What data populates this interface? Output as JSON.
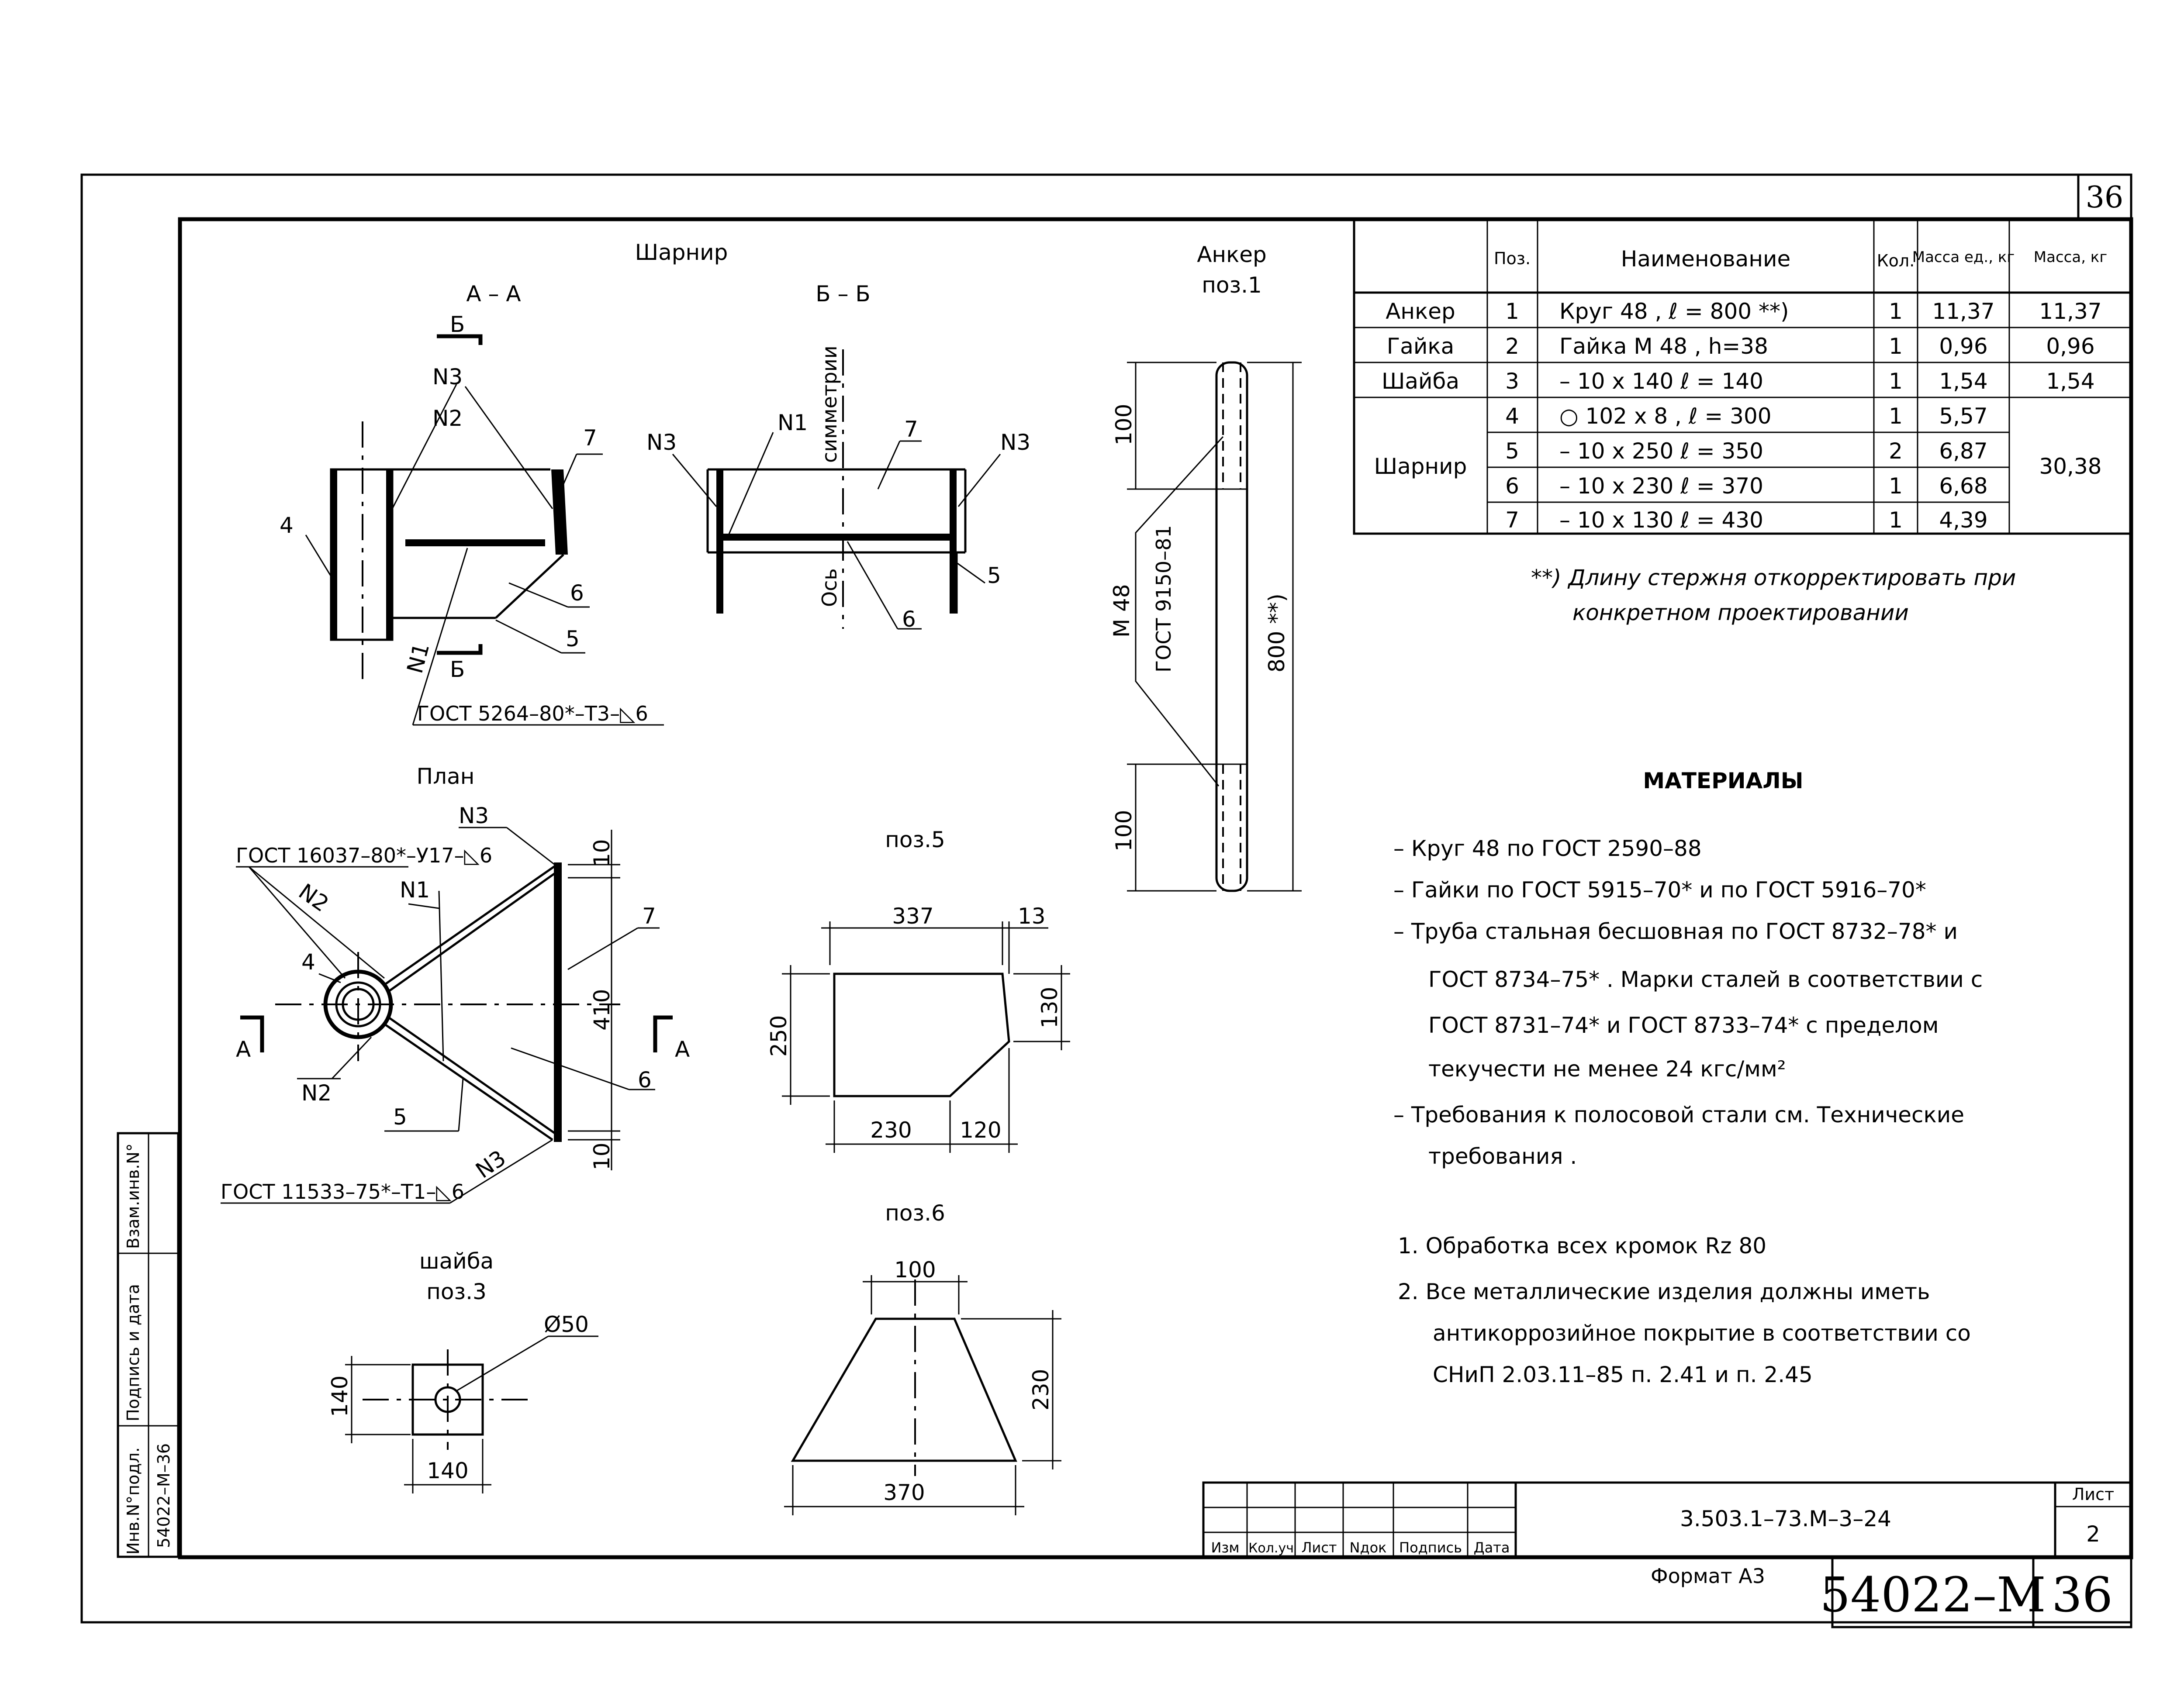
{
  "sheet_number_top": "36",
  "views": {
    "sharnir_title": "Шарнир",
    "section_aa": "А – А",
    "section_bb": "Б – Б",
    "anchor_title": "Анкер",
    "anchor_pos": "поз.1",
    "plan_title": "План",
    "pos5_title": "поз.5",
    "pos6_title": "поз.6",
    "washer_title": "шайба",
    "washer_pos": "поз.3"
  },
  "labels": {
    "b_mark": "Б",
    "a_mark": "А",
    "n1": "N1",
    "n2": "N2",
    "n3": "N3",
    "p4": "4",
    "p5": "5",
    "p6": "6",
    "p7": "7",
    "symmetry": "симметрии",
    "axis": "Ось",
    "gost_5264": "ГОСТ 5264–80*–Т3–◺6",
    "gost_16037": "ГОСТ 16037–80*–У17–◺6",
    "gost_11533": "ГОСТ 11533–75*–Т1–◺6",
    "anchor_m48": "М 48",
    "anchor_gost": "ГОСТ 9150–81",
    "anchor_len": "800 **)",
    "dim_100": "100",
    "dim_10": "10",
    "dim_410": "410",
    "dim_337": "337",
    "dim_13": "13",
    "dim_130": "130",
    "dim_250": "250",
    "dim_230": "230",
    "dim_120": "120",
    "dim_370": "370",
    "dim_140": "140",
    "dim_d50": "Ø50"
  },
  "spec_table": {
    "headers": [
      "",
      "Поз.",
      "Наименование",
      "Кол.",
      "Масса ед., кг",
      "Масса, кг"
    ],
    "rows": [
      {
        "group": "Анкер",
        "pos": "1",
        "name": "Круг 48 , ℓ = 800 **)",
        "qty": "1",
        "unit_mass": "11,37",
        "mass": "11,37"
      },
      {
        "group": "Гайка",
        "pos": "2",
        "name": "Гайка М 48 , h=38",
        "qty": "1",
        "unit_mass": "0,96",
        "mass": "0,96"
      },
      {
        "group": "Шайба",
        "pos": "3",
        "name": "– 10 x 140 ℓ = 140",
        "qty": "1",
        "unit_mass": "1,54",
        "mass": "1,54"
      },
      {
        "group": "Шарнир",
        "pos": "4",
        "name": "○ 102 x 8 , ℓ = 300",
        "qty": "1",
        "unit_mass": "5,57",
        "mass": "30,38"
      },
      {
        "group": "",
        "pos": "5",
        "name": "– 10 x 250 ℓ = 350",
        "qty": "2",
        "unit_mass": "6,87",
        "mass": ""
      },
      {
        "group": "",
        "pos": "6",
        "name": "– 10 x 230 ℓ = 370",
        "qty": "1",
        "unit_mass": "6,68",
        "mass": ""
      },
      {
        "group": "",
        "pos": "7",
        "name": "– 10 x 130 ℓ = 430",
        "qty": "1",
        "unit_mass": "4,39",
        "mass": ""
      }
    ]
  },
  "footnote_line1": "**) Длину стержня откорректировать при",
  "footnote_line2": "конкретном проектировании",
  "materials": {
    "title": "МАТЕРИАЛЫ",
    "lines": [
      "– Круг 48 по ГОСТ 2590–88",
      "– Гайки по ГОСТ 5915–70* и по ГОСТ 5916–70*",
      "– Труба стальная бесшовная по ГОСТ 8732–78* и",
      "ГОСТ 8734–75* . Марки сталей в соответствии с",
      "ГОСТ 8731–74* и ГОСТ 8733–74* с пределом",
      "текучести не менее 24 кгс/мм²",
      "– Требования к полосовой стали см. Технические",
      "требования ."
    ]
  },
  "notes": [
    "1. Обработка всех кромок Rz 80",
    "2. Все металлические изделия должны иметь",
    "антикоррозийное покрытие в соответствии со",
    "СНиП 2.03.11–85 п. 2.41 и п. 2.45"
  ],
  "title_block": {
    "columns": [
      "Изм",
      "Кол.уч",
      "Лист",
      "Nдок",
      "Подпись",
      "Дата"
    ],
    "code": "3.503.1–73.М–3–24",
    "sheet_label": "Лист",
    "sheet_value": "2",
    "format": "Формат А3",
    "album": "54022–М",
    "page": "36"
  },
  "side_stamp": {
    "col1_label": "Инв.N°подл.",
    "col1_value": "54022–М–36",
    "col2_label": "Подпись и дата",
    "col3_label": "Взам.инв.N°"
  }
}
